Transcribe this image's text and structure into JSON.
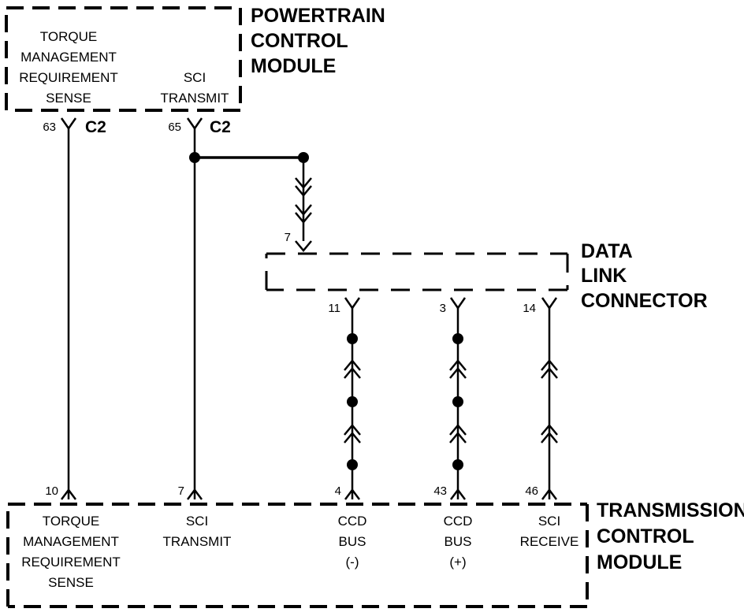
{
  "pcm": {
    "title_lines": [
      "POWERTRAIN",
      "CONTROL",
      "MODULE"
    ],
    "torque_label_lines": [
      "TORQUE",
      "MANAGEMENT",
      "REQUIREMENT",
      "SENSE"
    ],
    "sci_transmit_lines": [
      "SCI",
      "TRANSMIT"
    ],
    "pin_torque": "63",
    "pin_sci_transmit": "65",
    "connector": "C2"
  },
  "dlc": {
    "title_lines": [
      "DATA",
      "LINK",
      "CONNECTOR"
    ],
    "pin_sci_in": "7",
    "pin_ccd_minus": "11",
    "pin_ccd_plus": "3",
    "pin_sci_receive": "14"
  },
  "tcm": {
    "title_lines": [
      "TRANSMISSION",
      "CONTROL",
      "MODULE"
    ],
    "torque_label_lines": [
      "TORQUE",
      "MANAGEMENT",
      "REQUIREMENT",
      "SENSE"
    ],
    "sci_transmit_lines": [
      "SCI",
      "TRANSMIT"
    ],
    "ccd_minus_lines": [
      "CCD",
      "BUS",
      "(-)"
    ],
    "ccd_plus_lines": [
      "CCD",
      "BUS",
      "(+)"
    ],
    "sci_receive_lines": [
      "SCI",
      "RECEIVE"
    ],
    "pin_torque": "10",
    "pin_sci_transmit": "7",
    "pin_ccd_minus": "4",
    "pin_ccd_plus": "43",
    "pin_sci_receive": "46"
  }
}
